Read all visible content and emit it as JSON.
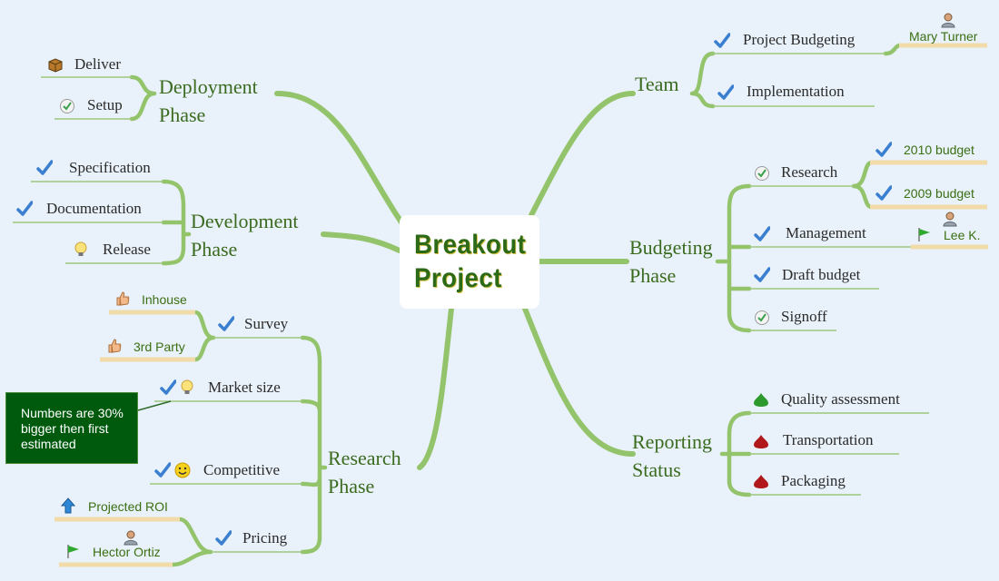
{
  "center": {
    "line1": "Breakout",
    "line2": "Project"
  },
  "colors": {
    "branch": "#93c46b",
    "leaf_line": "#9cc87c",
    "resource_line": "#f0dba9",
    "note_bg": "#005a0e",
    "topic_text": "#3a6b1f",
    "check": "#3a7fd0"
  },
  "deployment": {
    "line1": "Deployment",
    "line2": "Phase",
    "items": [
      {
        "label": "Deliver",
        "icon": "box-icon"
      },
      {
        "label": "Setup",
        "icon": "check-circle-icon"
      }
    ]
  },
  "development": {
    "line1": "Development",
    "line2": "Phase",
    "items": [
      {
        "label": "Specification",
        "icon": "check-icon"
      },
      {
        "label": "Documentation",
        "icon": "check-icon"
      },
      {
        "label": "Release",
        "icon": "lightbulb-icon"
      }
    ]
  },
  "research": {
    "line1": "Research",
    "line2": "Phase",
    "items": [
      {
        "label": "Survey",
        "icon": "check-icon",
        "children": [
          {
            "label": "Inhouse",
            "icon": "thumbs-up-icon"
          },
          {
            "label": "3rd Party",
            "icon": "thumbs-up-icon"
          }
        ]
      },
      {
        "label": "Market size",
        "icon": "check-icon"
      },
      {
        "label": "Competitive",
        "icon": "check-icon"
      },
      {
        "label": "Pricing",
        "icon": "check-icon",
        "children": [
          {
            "label": "Projected ROI",
            "icon": "arrow-up-icon"
          },
          {
            "label": "Hector Ortiz",
            "icon": "flag-icon"
          }
        ]
      }
    ],
    "note": {
      "line1": "Numbers are 30%",
      "line2": "bigger then first",
      "line3": "estimated"
    }
  },
  "team": {
    "label": "Team",
    "items": [
      {
        "label": "Project Budgeting",
        "resource": "Mary Turner"
      },
      {
        "label": "Implementation"
      }
    ]
  },
  "budgeting": {
    "line1": "Budgeting",
    "line2": "Phase",
    "items": [
      {
        "label": "Research",
        "icon": "check-circle-icon",
        "children": [
          {
            "label": "2010  budget"
          },
          {
            "label": "2009 budget"
          }
        ]
      },
      {
        "label": "Management",
        "icon": "check-icon",
        "resource": "Lee K."
      },
      {
        "label": "Draft budget",
        "icon": "check-icon"
      },
      {
        "label": "Signoff",
        "icon": "check-circle-icon"
      }
    ]
  },
  "reporting": {
    "line1": "Reporting",
    "line2": "Status",
    "items": [
      {
        "label": "Quality assessment",
        "icon": "green-priority-icon"
      },
      {
        "label": "Transportation",
        "icon": "red-priority-icon"
      },
      {
        "label": "Packaging",
        "icon": "red-priority-icon"
      }
    ]
  }
}
